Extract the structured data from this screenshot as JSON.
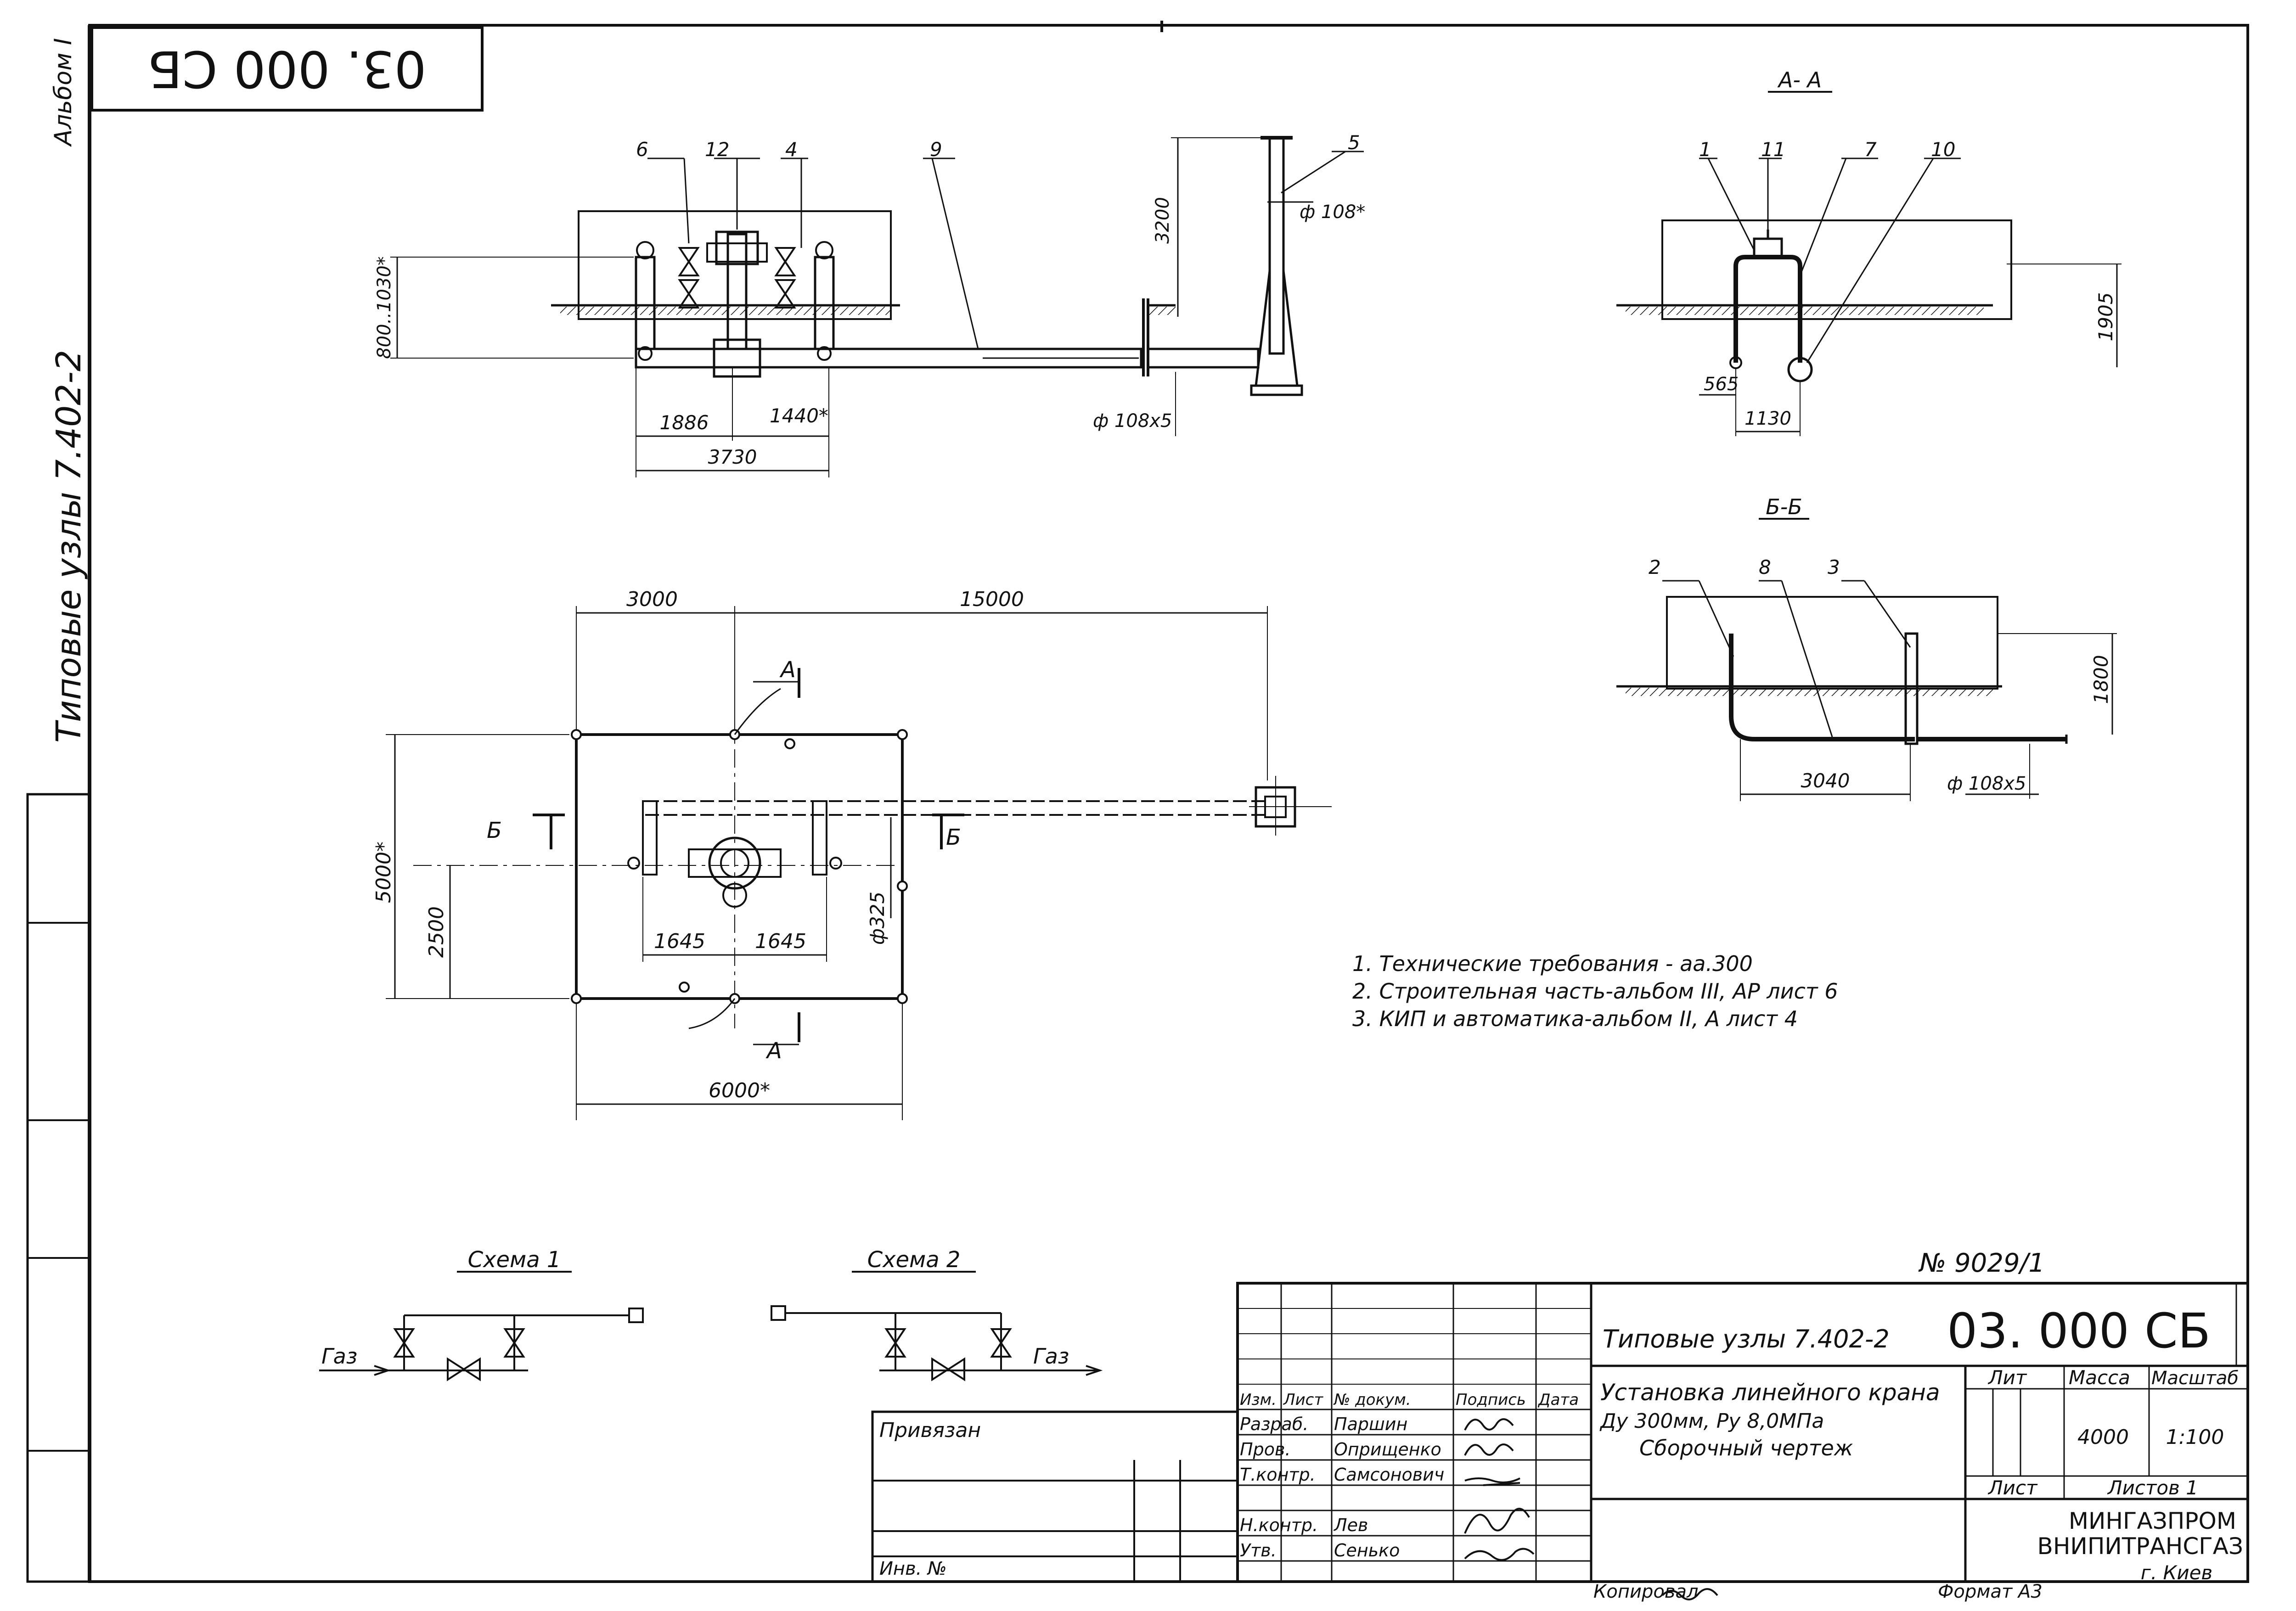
{
  "sheet_code_rotated": "03. 000 СБ",
  "side_labels": {
    "album": "Альбом I",
    "series": "Типовые узлы 7.402-2"
  },
  "front_view": {
    "callouts": [
      "6",
      "12",
      "4",
      "9",
      "5"
    ],
    "dims": {
      "depth": "800..1030*",
      "d1886": "1886",
      "d1440": "1440*",
      "d3730": "3730",
      "d3200": "3200",
      "phi108": "ф 108*",
      "phi108x5": "ф 108х5"
    }
  },
  "section_aa": {
    "title": "А- А",
    "callouts": [
      "1",
      "11",
      "7",
      "10"
    ],
    "dims": {
      "h1905": "1905",
      "d565": "565",
      "d1130": "1130"
    }
  },
  "section_bb": {
    "title": "Б-Б",
    "callouts": [
      "2",
      "8",
      "3"
    ],
    "dims": {
      "h1800": "1800",
      "d3040": "3040",
      "phi108x5": "ф 108х5"
    }
  },
  "plan": {
    "dims": {
      "d3000": "3000",
      "d15000": "15000",
      "d5000": "5000*",
      "d2500": "2500",
      "d1645a": "1645",
      "d1645b": "1645",
      "phi325": "ф325",
      "d6000": "6000*"
    },
    "section_marks": {
      "a_top": "А",
      "a_bottom": "А",
      "b_left": "Б",
      "b_right": "Б"
    }
  },
  "notes": [
    "1. Технические требования - аа.300",
    "2. Строительная часть-альбом III, АР лист 6",
    "3. КИП и автоматика-альбом II, А лист 4"
  ],
  "schemes": {
    "scheme1": {
      "title": "Схема 1",
      "gas": "Газ"
    },
    "scheme2": {
      "title": "Схема 2",
      "gas": "Газ"
    }
  },
  "title_block": {
    "doc_number": "№ 9029/1",
    "series": "Типовые узлы 7.402-2",
    "code": "03. 000 СБ",
    "name_line1": "Установка линейного крана",
    "name_line2": "Ду 300мм, Ру 8,0МПа",
    "name_line3": "Сборочный чертеж",
    "header": {
      "izm": "Изм.",
      "list": "Лист",
      "ndoc": "№ докум.",
      "podpis": "Подпись",
      "data": "Дата"
    },
    "roles": [
      {
        "role": "Разраб.",
        "name": "Паршин"
      },
      {
        "role": "Пров.",
        "name": "Оприщенко"
      },
      {
        "role": "Т.контр.",
        "name": "Самсонович"
      },
      {
        "role": "",
        "name": ""
      },
      {
        "role": "Н.контр.",
        "name": "Лев"
      },
      {
        "role": "Утв.",
        "name": "Сенько"
      }
    ],
    "lit_label": "Лит",
    "mass_label": "Масса",
    "scale_label": "Масштаб",
    "mass": "4000",
    "scale": "1:100",
    "sheet_label": "Лист",
    "sheets_label": "Листов 1",
    "org1": "МИНГАЗПРОМ",
    "org2": "ВНИПИТРАНСГАЗ",
    "org3": "г. Киев",
    "privyazan": "Привязан",
    "inv": "Инв. №",
    "copied": "Копировал",
    "format": "Формат А3"
  }
}
